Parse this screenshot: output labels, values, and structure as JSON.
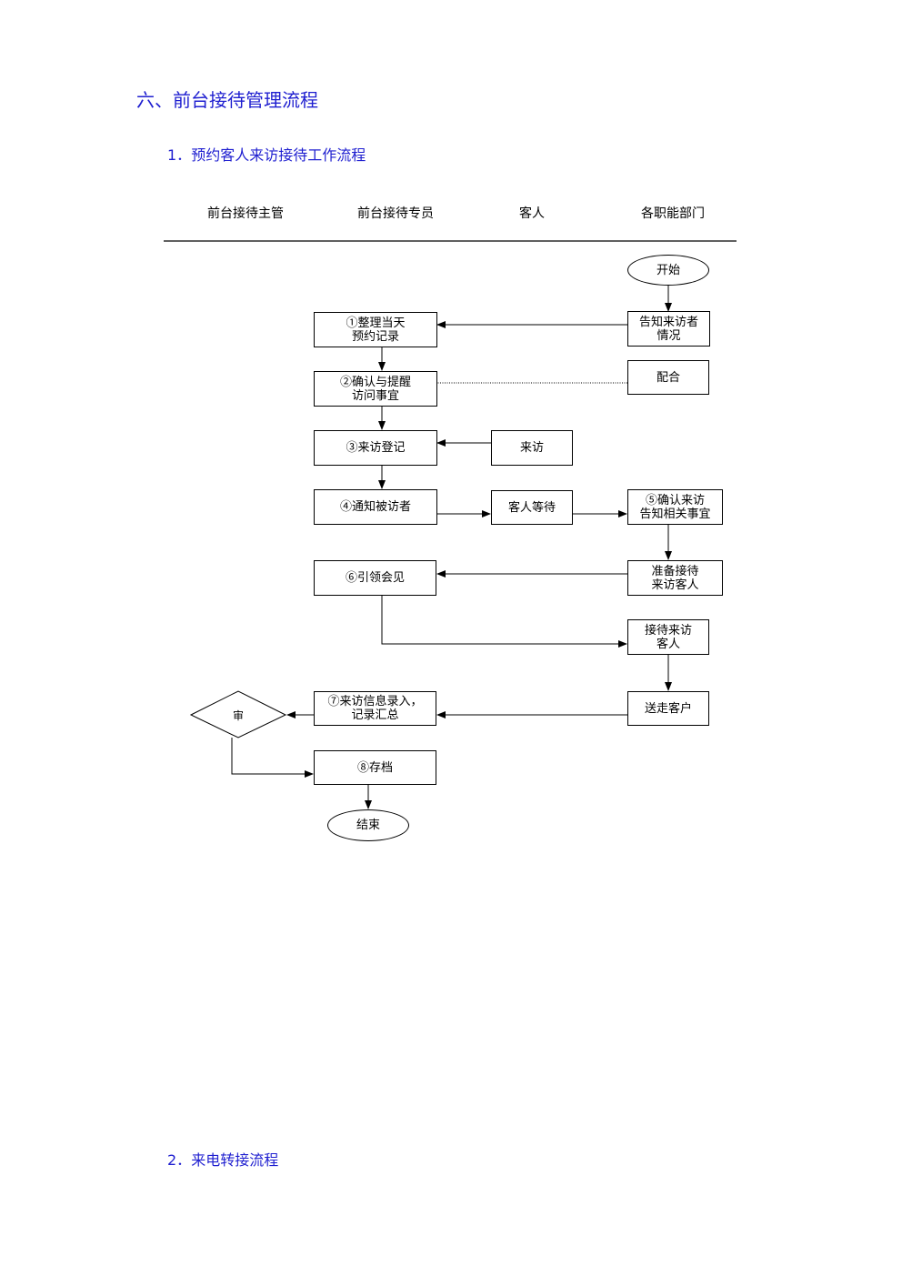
{
  "section_title": "六、前台接待管理流程",
  "subsection1": {
    "number": "1．",
    "title": "预约客人来访接待工作流程"
  },
  "subsection2": {
    "number": "2．",
    "title": "来电转接流程"
  },
  "colors": {
    "heading": "#1f1fd0",
    "line": "#000000"
  },
  "lanes": [
    "前台接待主管",
    "前台接待专员",
    "客人",
    "各职能部门"
  ],
  "nodes": {
    "start": "开始",
    "inform_visitor": "告知来访者\n情况",
    "step1": "①整理当天\n预约记录",
    "cooperate": "配合",
    "step2": "②确认与提醒\n访问事宜",
    "visit": "来访",
    "step3": "③来访登记",
    "step4": "④通知被访者",
    "guest_wait": "客人等待",
    "step5": "⑤确认来访\n告知相关事宜",
    "prepare": "准备接待\n来访客人",
    "step6": "⑥引领会见",
    "receive": "接待来访\n客人",
    "step7": "⑦来访信息录入，\n记录汇总",
    "send_off": "送走客户",
    "review": "审",
    "step8": "⑧存档",
    "end": "结束"
  }
}
